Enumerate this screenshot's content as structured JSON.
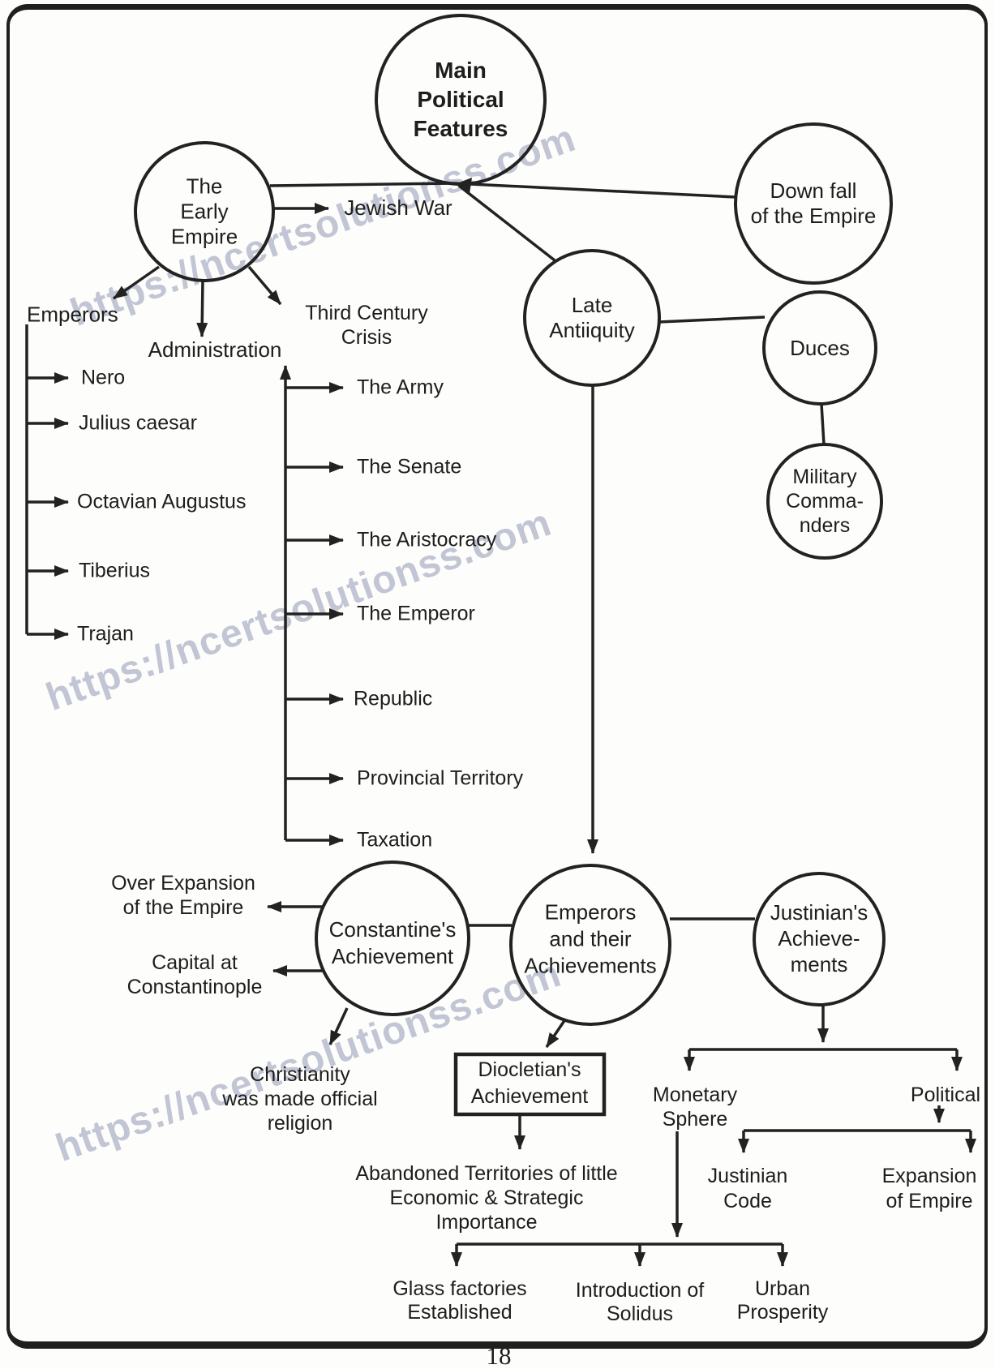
{
  "watermark": {
    "text": "https://ncertsolutionss.com",
    "color": "#8f97b2"
  },
  "page": {
    "number": "18"
  },
  "diagram": {
    "nodes": {
      "main": "Main\nPolitical\nFeatures",
      "early_empire": "The\nEarly\nEmpire",
      "downfall": "Down fall\nof the Empire",
      "late_antiquity": "Late\nAntiiquity",
      "duces": "Duces",
      "military_commanders": "Military\nComma-\nnders",
      "jewish_war": "Jewish War",
      "emperors_heading": "Emperors",
      "administration_heading": "Administration",
      "third_century_crisis": "Third Century\nCrisis",
      "emperors_and_achievements": "Emperors\nand their\nAchievements",
      "constantine": "Constantine's\nAchievement",
      "justinian": "Justinian's\nAchieve-\nments",
      "over_expansion": "Over Expansion\nof the Empire",
      "capital": "Capital at\nConstantinople",
      "christianity": "Christianity\nwas made official\nreligion",
      "diocletian": "Diocletian's\nAchievement",
      "abandoned": "Abandoned Territories of little\nEconomic & Strategic\nImportance",
      "monetary_sphere": "Monetary\nSphere",
      "political": "Political",
      "justinian_code": "Justinian\nCode",
      "expansion_empire": "Expansion\nof Empire",
      "glass_factories": "Glass factories\nEstablished",
      "solidus": "Introduction of\nSolidus",
      "urban_prosperity": "Urban\nProsperity"
    },
    "emperors_list": [
      "Nero",
      "Julius caesar",
      "Octavian Augustus",
      "Tiberius",
      "Trajan"
    ],
    "administration_list": [
      "The Army",
      "The Senate",
      "The Aristocracy",
      "The Emperor",
      "Republic",
      "Provincial Territory",
      "Taxation"
    ]
  }
}
